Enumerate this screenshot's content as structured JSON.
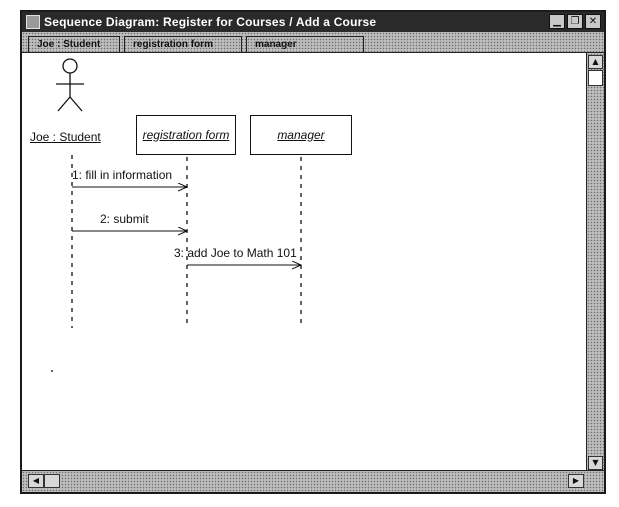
{
  "window": {
    "title": "Sequence Diagram: Register for Courses / Add a Course",
    "buttons": {
      "minimize": "▁",
      "restore": "❐",
      "close": "✕"
    }
  },
  "tabs": [
    {
      "label": "Joe : Student"
    },
    {
      "label": "registration form"
    },
    {
      "label": "manager"
    }
  ],
  "diagram": {
    "actor": {
      "label": "Joe : Student"
    },
    "objects": [
      {
        "label": "registration form"
      },
      {
        "label": "manager"
      }
    ],
    "messages": [
      {
        "label": "1: fill in information"
      },
      {
        "label": "2: submit"
      },
      {
        "label": "3: add Joe to Math 101"
      }
    ]
  },
  "scroll": {
    "up": "▲",
    "down": "▼",
    "left": "◀",
    "right": "▶"
  },
  "colors": {
    "titlebar": "#2a2a2a",
    "line": "#111111",
    "chrome": "#bdbdbd"
  }
}
